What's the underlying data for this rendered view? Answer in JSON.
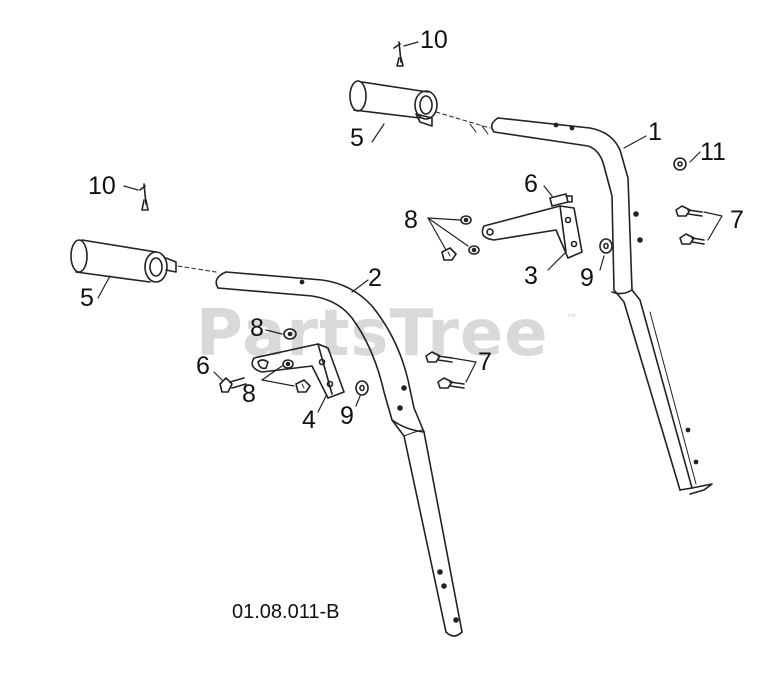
{
  "watermark": {
    "text": "PartsTree",
    "trademark": "™",
    "color": "#d9d9d9"
  },
  "drawing_code": "01.08.011-B",
  "callouts": {
    "c1": "1",
    "c2": "2",
    "c3": "3",
    "c4": "4",
    "c5a": "5",
    "c5b": "5",
    "c6a": "6",
    "c6b": "6",
    "c7a": "7",
    "c7b": "7",
    "c8a": "8",
    "c8b": "8",
    "c8c": "8",
    "c9a": "9",
    "c9b": "9",
    "c10a": "10",
    "c10b": "10",
    "c11": "11"
  },
  "line_color": "#222222"
}
